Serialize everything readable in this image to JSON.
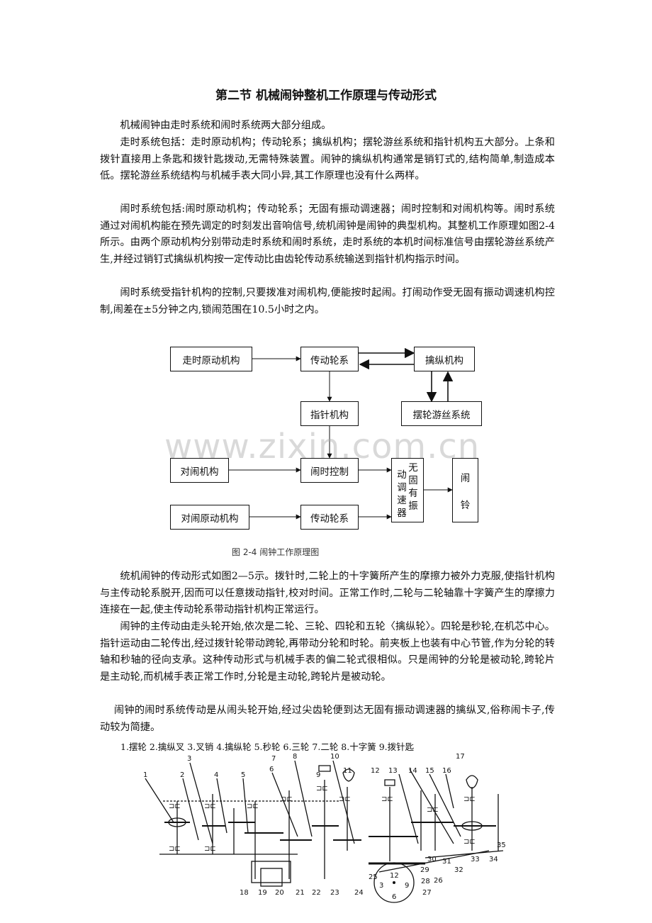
{
  "title": "第二节 机械闹钟整机工作原理与传动形式",
  "paragraphs": [
    "机械闹钟由走时系统和闹时系统两大部分组成。",
    "走时系统包括：走时原动机构；传动轮系；擒纵机构；摆轮游丝系统和指针机构五大部分。上条和拨针直接用上条匙和拨针匙拨动,无需特殊装置。闹钟的擒纵机构通常是销钉式的,结构简单,制造成本低。摆轮游丝系统结构与机械手表大同小异,其工作原理也没有什么两样。",
    "闹时系统包括:闹时原动机构；传动轮系；无固有振动调速器；闹时控制和对闹机构等。闹时系统通过对闹机构能在预先调定的时刻发出音响信号,统机闹钟是闹钟的典型机构。其整机工作原理如图2-4所示。由两个原动机构分别带动走时系统和闹时系统，走时系统的本机时间标准信号由摆轮游丝系统产生,并经过销钉式擒纵机构按一定传动比由齿轮传动系统输送到指针机构指示时间。",
    "闹时系统受指针机构的控制,只要拨准对闹机构,便能按时起闹。打闹动作受无固有振动调速机构控制,闹差在±5分钟之内,锁闹范围在10.5小时之内。"
  ],
  "diagram": {
    "boxes": {
      "zoushi_yuandong": "走时原动机构",
      "chuandong_1": "传动轮系",
      "qinzong": "擒纵机构",
      "zhizhen": "指针机构",
      "baolun": "摆轮游丝系统",
      "duinao": "对闹机构",
      "naoshi_kongzhi": "闹时控制",
      "tiaosu_col1": "动调速器",
      "tiaosu_col2": "无固有振",
      "naoling_1": "闹",
      "naoling_2": "铃",
      "duinao_yuandong": "对闹原动机构",
      "chuandong_2": "传动轮系"
    },
    "caption": "图 2-4 闹钟工作原理图"
  },
  "watermark": "www.zixin.com.cn",
  "paragraphs2": [
    "统机闹钟的传动形式如图2—5示。拨针时,二轮上的十字簧所产生的摩擦力被外力克服,使指针机构与主传动轮系脱开,因而可以任意拨动指针,校对时间。正常工作时,二轮与二轮轴靠十字簧产生的摩擦力连接在一起,使主传动轮系带动指针机构正常运行。",
    "闹钟的主传动由走头轮开始,依次是二轮、三轮、四轮和五轮〈擒纵轮〉。四轮是秒轮,在机芯中心。指针运动由二轮传出,经过拨针轮带动跨轮,再带动分轮和时轮。前夹板上也装有中心节管,作为分轮的转轴和秒轴的径向支承。这种传动形式与机械手表的偏二轮式很相似。只是闹钟的分轮是被动轮,跨轮片是主动轮,而机械手表正常工作时,分轮是主动轮,跨轮片是被动轮。",
    "闹钟的闹时系统传动是从闹头轮开始,经过尖齿轮便到达无固有振动调速器的擒纵叉,俗称闹卡子,传动较为简捷。"
  ],
  "legend": "1.摆轮 2.擒纵叉 3.叉销 4.擒纵轮 5.秒轮 6.三轮 7.二轮 8.十字簧 9.拨针匙",
  "figure_numbers": [
    "1",
    "2",
    "3",
    "4",
    "5",
    "6",
    "7",
    "8",
    "9",
    "10",
    "11",
    "12",
    "13",
    "14",
    "15",
    "16",
    "17",
    "18",
    "19",
    "20",
    "21",
    "22",
    "23",
    "24",
    "25",
    "26",
    "27",
    "28",
    "29",
    "30",
    "31",
    "32",
    "33",
    "34",
    "35",
    "12",
    "3",
    "6",
    "9"
  ]
}
